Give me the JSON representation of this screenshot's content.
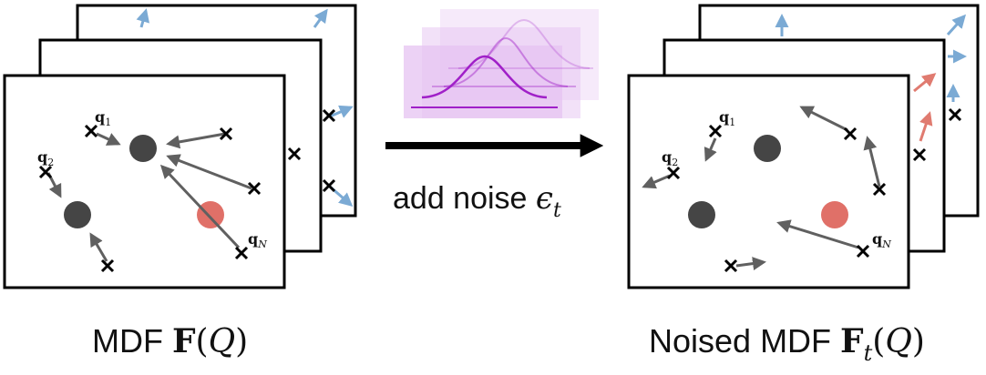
{
  "left_caption": {
    "prefix": "MDF ",
    "bold": "F",
    "open": "(",
    "var": "Q",
    "close": ")"
  },
  "right_caption": {
    "prefix": "Noised MDF ",
    "bold": "F",
    "sub": "t",
    "open": "(",
    "var": "Q",
    "close": ")"
  },
  "arrow_label": {
    "text": "add noise ",
    "symbol": "ϵ",
    "sub": "t"
  },
  "query_labels": {
    "q1": "q",
    "q1_sub": "1",
    "q2": "q",
    "q2_sub": "2",
    "qN": "q",
    "qN_sub": "N"
  },
  "colors": {
    "gray_arrow": "#606060",
    "blue_arrow": "#7BAAD4",
    "red_arrow": "#E07B70",
    "dark_point": "#454545",
    "red_point": "#E07068",
    "gaussian": "#A020C8",
    "noise_panel": "#E5C3F2"
  }
}
